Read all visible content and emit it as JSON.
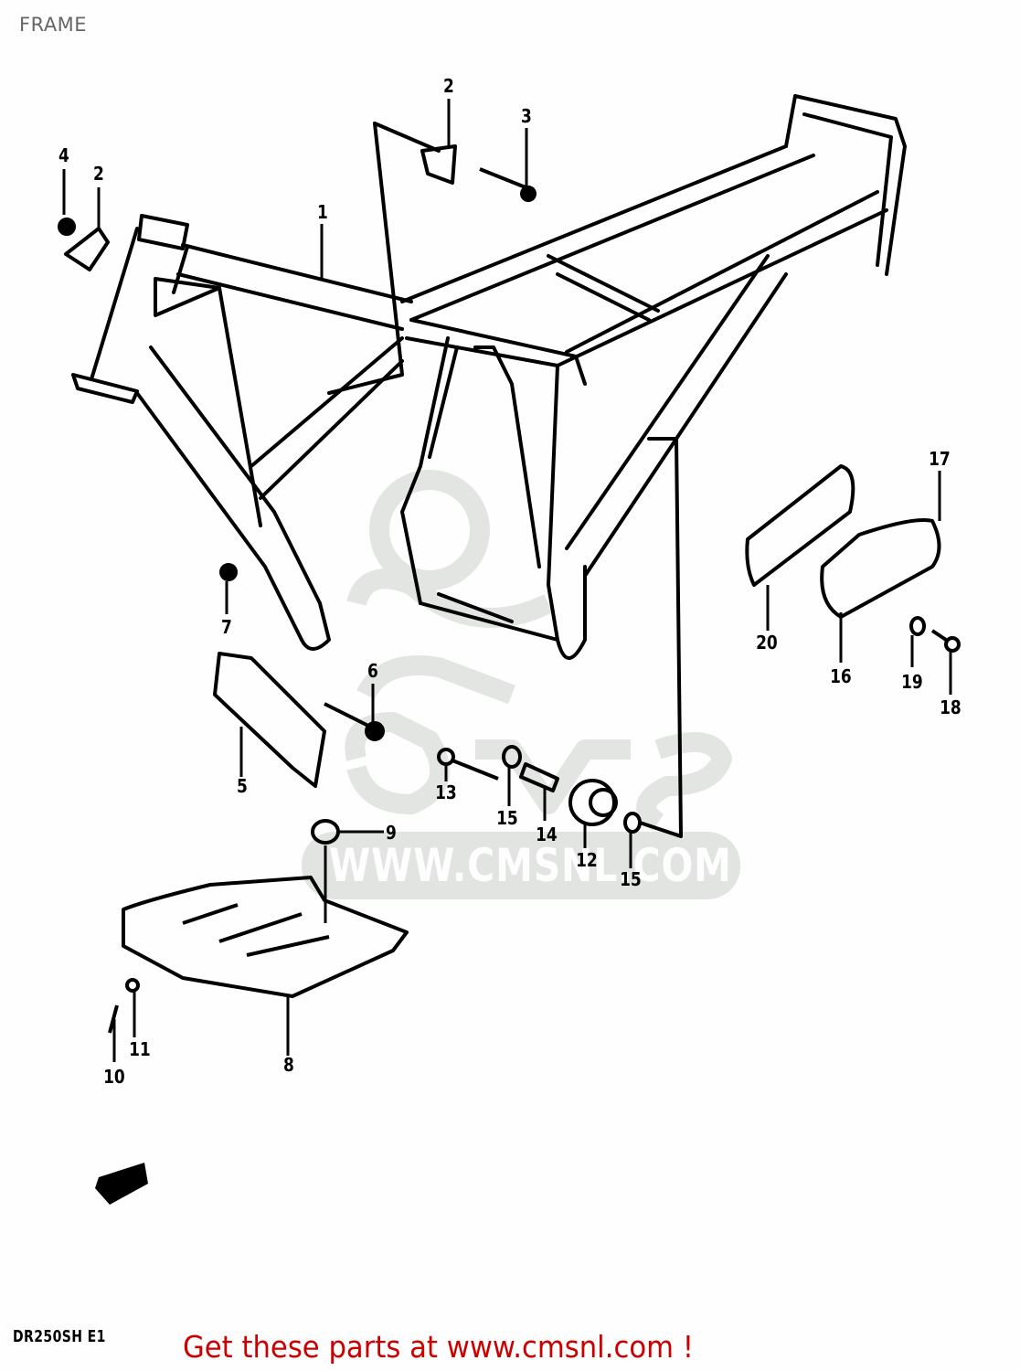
{
  "page": {
    "title": "FRAME",
    "model_code": "DR250SH E1",
    "footer_link": "Get these parts at www.cmsnl.com !",
    "watermark": "WWW.CMSNL.COM",
    "colors": {
      "title": "#666666",
      "footer_link": "#cc0000",
      "line_art": "#000000",
      "watermark": "#e2e4e2",
      "background": "#fdfefd"
    }
  },
  "callouts": [
    {
      "id": "c1",
      "label": "1",
      "part": "frame"
    },
    {
      "id": "c2a",
      "label": "2",
      "part": "plate-left"
    },
    {
      "id": "c2b",
      "label": "2",
      "part": "plate-right"
    },
    {
      "id": "c3",
      "label": "3",
      "part": "bolt"
    },
    {
      "id": "c4",
      "label": "4",
      "part": "nut"
    },
    {
      "id": "c5",
      "label": "5",
      "part": "chain-guide"
    },
    {
      "id": "c6",
      "label": "6",
      "part": "bolt"
    },
    {
      "id": "c7",
      "label": "7",
      "part": "nut"
    },
    {
      "id": "c8",
      "label": "8",
      "part": "skid-plate"
    },
    {
      "id": "c9",
      "label": "9",
      "part": "cushion"
    },
    {
      "id": "c10",
      "label": "10",
      "part": "bolt"
    },
    {
      "id": "c11",
      "label": "11",
      "part": "washer"
    },
    {
      "id": "c12",
      "label": "12",
      "part": "roller"
    },
    {
      "id": "c13",
      "label": "13",
      "part": "bolt"
    },
    {
      "id": "c14",
      "label": "14",
      "part": "spacer"
    },
    {
      "id": "c15a",
      "label": "15",
      "part": "washer"
    },
    {
      "id": "c15b",
      "label": "15",
      "part": "washer"
    },
    {
      "id": "c16",
      "label": "16",
      "part": "tool-box"
    },
    {
      "id": "c17",
      "label": "17",
      "part": "tool-box-holder"
    },
    {
      "id": "c18",
      "label": "18",
      "part": "bolt"
    },
    {
      "id": "c19",
      "label": "19",
      "part": "washer"
    },
    {
      "id": "c20",
      "label": "20",
      "part": "tool-box-cover"
    }
  ]
}
